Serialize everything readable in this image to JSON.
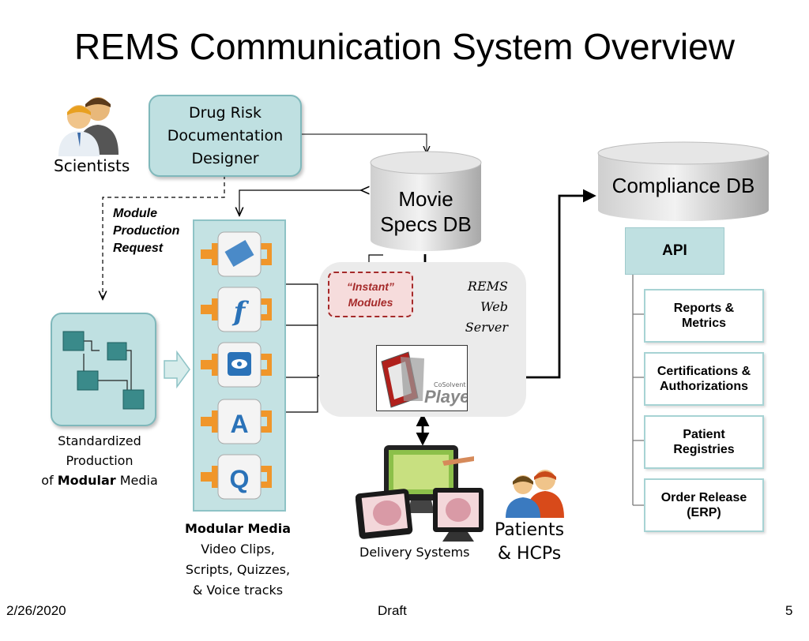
{
  "title": "REMS Communication System Overview",
  "designer": {
    "line1": "Drug Risk",
    "line2": "Documentation",
    "line3": "Designer"
  },
  "scientists": "Scientists",
  "request": {
    "line1": "Module",
    "line2": "Production",
    "line3": "Request"
  },
  "standardized": {
    "line1": "Standardized",
    "line2": "Production",
    "line3_pre": "of ",
    "line3_bold": "Modular",
    "line3_post": " Media"
  },
  "modular_media": {
    "heading": "Modular Media",
    "line1": "Video Clips,",
    "line2": "Scripts, Quizzes,",
    "line3": "& Voice tracks"
  },
  "media_icons": [
    "film-icon",
    "flash-icon",
    "eye-icon",
    "letter-a-icon",
    "letter-q-icon"
  ],
  "media_glyphs": {
    "a": "A",
    "q": "Q",
    "f": "f"
  },
  "movie_db": {
    "line1": "Movie",
    "line2": "Specs DB"
  },
  "compliance_db": "Compliance DB",
  "instant": {
    "line1": "“Instant”",
    "line2": "Modules"
  },
  "server": {
    "line1": "REMS",
    "line2": "Web",
    "line3": "Server"
  },
  "player": {
    "brand": "CoSolvent",
    "name": "Player"
  },
  "api": "API",
  "components": [
    {
      "line1": "Reports &",
      "line2": "Metrics"
    },
    {
      "line1": "Certifications &",
      "line2": "Authorizations"
    },
    {
      "line1": "Patient",
      "line2": "Registries"
    },
    {
      "line1": "Order Release",
      "line2": "(ERP)"
    }
  ],
  "delivery": "Delivery Systems",
  "patients": {
    "line1": "Patients",
    "line2": "& HCPs"
  },
  "footer": {
    "date": "2/26/2020",
    "status": "Draft",
    "page": "5"
  },
  "colors": {
    "teal": "#bfe0e1",
    "orange": "#f0962a",
    "dark_red": "#a52a2a"
  }
}
